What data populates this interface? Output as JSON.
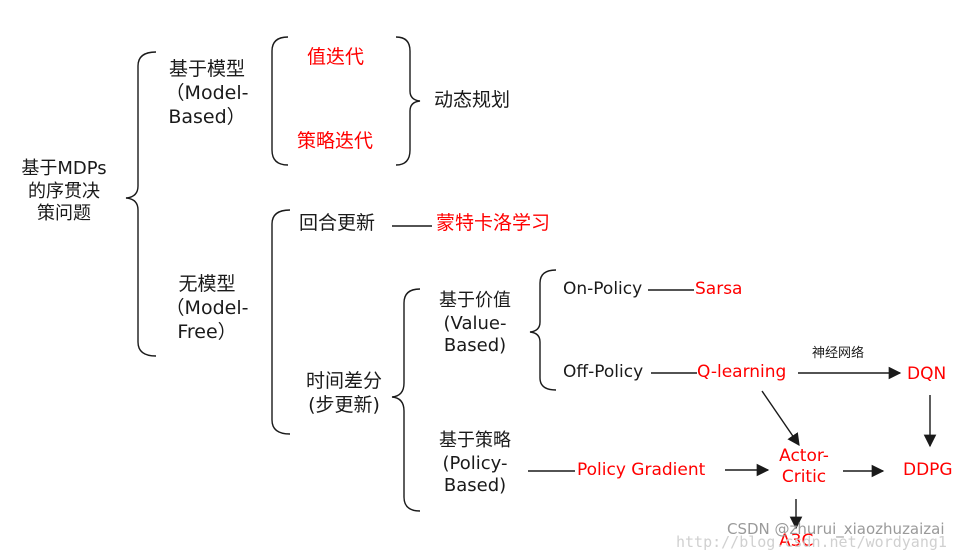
{
  "root": {
    "line1": "基于MDPs",
    "line2": "的序贯决",
    "line3": "策问题"
  },
  "model_based": {
    "title": "基于模型",
    "line2": "（Model-",
    "line3": "Based）",
    "value_iteration": "值迭代",
    "policy_iteration": "策略迭代",
    "dynamic_programming": "动态规划"
  },
  "model_free": {
    "title": "无模型",
    "line2": "（Model-",
    "line3": "Free）",
    "episode_update": "回合更新",
    "monte_carlo": "蒙特卡洛学习",
    "td_line1": "时间差分",
    "td_line2": "(步更新)",
    "value_based": {
      "line1": "基于价值",
      "line2": "(Value-",
      "line3": "Based)"
    },
    "policy_based": {
      "line1": "基于策略",
      "line2": "(Policy-",
      "line3": "Based)"
    },
    "on_policy": "On-Policy",
    "sarsa": "Sarsa",
    "off_policy": "Off-Policy",
    "q_learning": "Q-learning",
    "neural_network": "神经网络",
    "dqn": "DQN",
    "policy_gradient": "Policy Gradient",
    "actor_critic_line1": "Actor-",
    "actor_critic_line2": "Critic",
    "ddpg": "DDPG",
    "a3c": "A3C"
  },
  "watermark": {
    "text": "CSDN @zhurui_xiaozhuzaizai",
    "url_fragment": "http://blog.csdn.net/wordyang1"
  },
  "colors": {
    "text": "#1a1a1a",
    "highlight": "#ff0000",
    "watermark": "#9a9a9a"
  }
}
